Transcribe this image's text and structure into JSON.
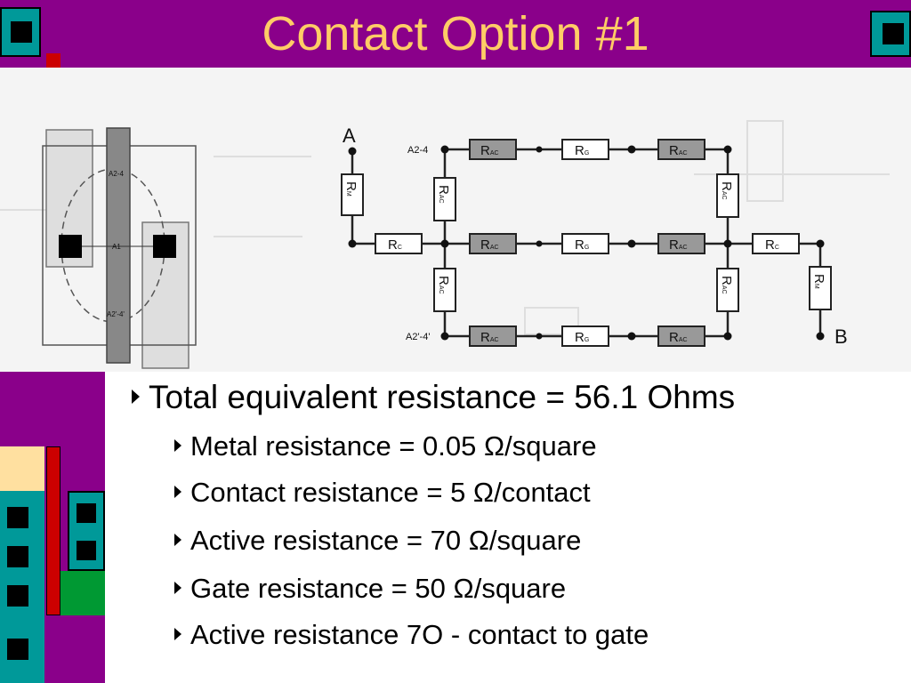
{
  "slide": {
    "title": "Contact Option #1"
  },
  "schematic": {
    "node_a": "A",
    "node_b": "B",
    "node_a2_4": "A2-4",
    "node_a2_4p": "A2'-4'",
    "resistor_r": "R",
    "sub_ac": "AC",
    "sub_g": "G",
    "sub_c": "C",
    "sub_m": "M"
  },
  "layout_drawing": {
    "label_a2_4": "A2-4",
    "label_a1": "A1",
    "label_a2_4p": "A2'-4'"
  },
  "bullets": [
    {
      "level": 1,
      "text": "Total equivalent resistance = 56.1 Ohms"
    },
    {
      "level": 2,
      "text": "Metal resistance = 0.05 Ω/square"
    },
    {
      "level": 2,
      "text": "Contact resistance = 5 Ω/contact"
    },
    {
      "level": 2,
      "text": "Active resistance = 70 Ω/square"
    },
    {
      "level": 2,
      "text": "Gate resistance = 50 Ω/square"
    },
    {
      "level": 2,
      "text": "Active resistance 7O - contact to gate"
    }
  ],
  "colors": {
    "title_bar": "#8a008a",
    "title_text": "#ffcc66",
    "teal": "#009999",
    "red": "#cc0000",
    "green": "#009933",
    "cream": "#ffe0a0"
  }
}
